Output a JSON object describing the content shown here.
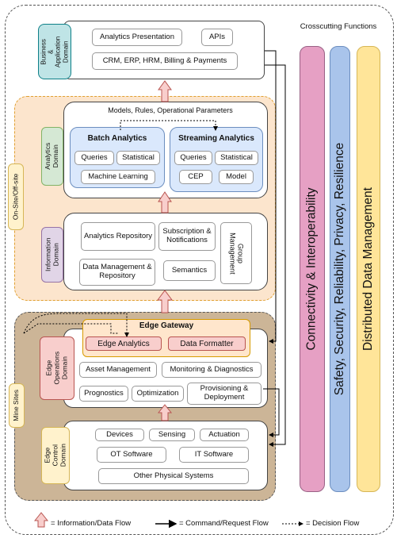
{
  "crosscutting": {
    "title": "Crosscutting Functions",
    "pillars": [
      {
        "label": "Connectivity & Interoperability",
        "color": "#e6a0c4"
      },
      {
        "label": "Safety, Security, Reliability, Privacy, Resilience",
        "color": "#a9c4eb"
      },
      {
        "label": "Distributed Data Management",
        "color": "#ffe599"
      }
    ]
  },
  "zones": {
    "onsite": "On-Site/Off-site",
    "mine": "Mine Sites"
  },
  "business": {
    "label": "Business & Application Domain",
    "items": [
      "Analytics Presentation",
      "APIs",
      "CRM, ERP, HRM, Billing & Payments"
    ]
  },
  "analytics": {
    "label": "Analytics Domain",
    "header": "Models, Rules, Operational Parameters",
    "batch": {
      "title": "Batch Analytics",
      "items": [
        "Queries",
        "Statistical",
        "Machine Learning"
      ]
    },
    "streaming": {
      "title": "Streaming Analytics",
      "items": [
        "Queries",
        "Statistical",
        "CEP",
        "Model"
      ]
    }
  },
  "information": {
    "label": "Information Domain",
    "items": [
      "Analytics Repository",
      "Subscription & Notifications",
      "Data Management & Repository",
      "Semantics",
      "Group Management"
    ]
  },
  "edge_ops": {
    "label": "Edge Operations Domain",
    "gateway": {
      "title": "Edge Gateway",
      "items": [
        "Edge Analytics",
        "Data Formatter"
      ]
    },
    "items": [
      "Asset Management",
      "Monitoring & Diagnostics",
      "Prognostics",
      "Optimization",
      "Provisioning & Deployment"
    ]
  },
  "edge_control": {
    "label": "Edge Control Domain",
    "items": [
      "Devices",
      "Sensing",
      "Actuation",
      "OT Software",
      "IT Software",
      "Other Physical Systems"
    ]
  },
  "legend": {
    "info_flow": "= Information/Data Flow",
    "command_flow": "= Command/Request Flow",
    "decision_flow": "= Decision Flow"
  },
  "colors": {
    "onsite_bg": "#fce5cd",
    "mine_bg": "#ccb597",
    "business_label": "#bfe4e6",
    "analytics_label": "#d5e8d4",
    "information_label": "#e1d5e7",
    "ops_label": "#f8cecc",
    "control_label": "#fff2cc",
    "flow_arrow": "#f8cecc"
  }
}
